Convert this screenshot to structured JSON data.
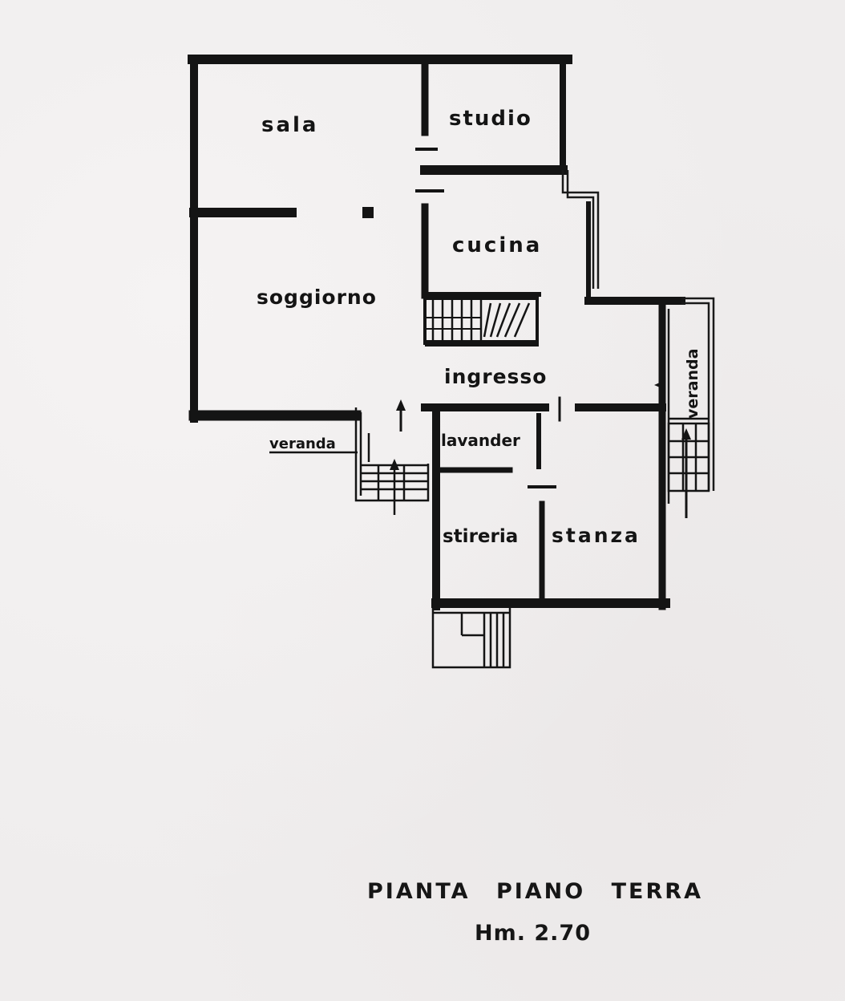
{
  "plan": {
    "rooms": {
      "sala": "sala",
      "studio": "studio",
      "cucina": "cucina",
      "soggiorno": "soggiorno",
      "ingresso": "ingresso",
      "veranda_left": "veranda",
      "veranda_right": "veranda",
      "lavanderia": "lavander",
      "stireria": "stireria",
      "stanza": "stanza"
    }
  },
  "caption": {
    "title": "PIANTA PIANO TERRA",
    "height": "Hm. 2.70"
  },
  "colors": {
    "paper": "#efeded",
    "ink": "#141414"
  }
}
